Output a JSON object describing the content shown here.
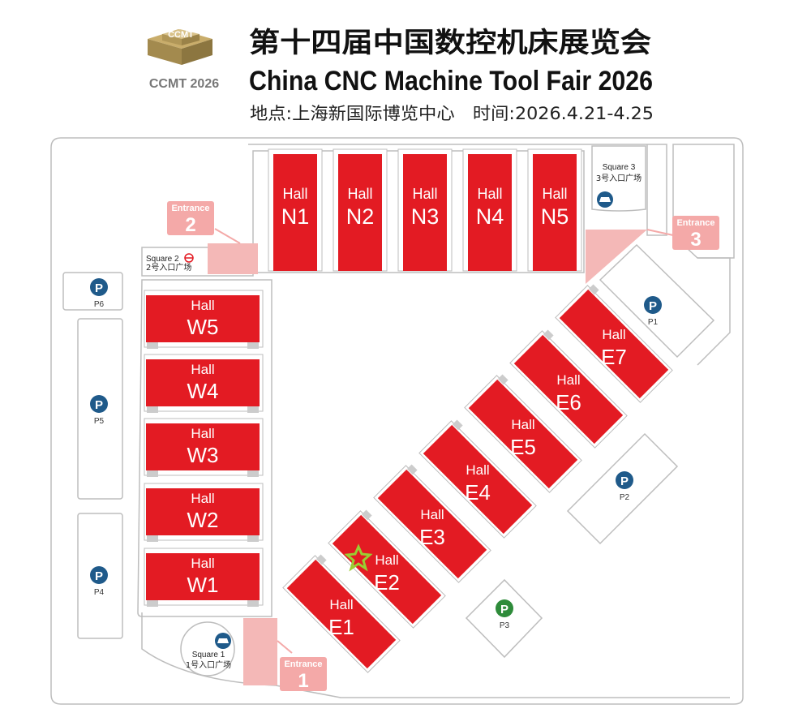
{
  "header": {
    "logo_text": "CCMT",
    "logo_caption": "CCMT 2026",
    "title_cn": "第十四届中国数控机床展览会",
    "title_en": "China CNC Machine Tool Fair 2026",
    "subtitle": "地点:上海新国际博览中心　时间:2026.4.21-4.25"
  },
  "colors": {
    "hall": "#e31b23",
    "hall_stroke": "#c0121a",
    "entrance": "#f4a9a8",
    "entrance_text": "#ffffff",
    "outline": "#bdbdbd",
    "parking_blue": "#1f5a8a",
    "parking_green": "#2e8b3a",
    "marker": "#9acd32"
  },
  "halls": {
    "north": [
      {
        "word": "Hall",
        "code": "N1"
      },
      {
        "word": "Hall",
        "code": "N2"
      },
      {
        "word": "Hall",
        "code": "N3"
      },
      {
        "word": "Hall",
        "code": "N4"
      },
      {
        "word": "Hall",
        "code": "N5"
      }
    ],
    "west": [
      {
        "word": "Hall",
        "code": "W5"
      },
      {
        "word": "Hall",
        "code": "W4"
      },
      {
        "word": "Hall",
        "code": "W3"
      },
      {
        "word": "Hall",
        "code": "W2"
      },
      {
        "word": "Hall",
        "code": "W1"
      }
    ],
    "east": [
      {
        "word": "Hall",
        "code": "E1"
      },
      {
        "word": "Hall",
        "code": "E2"
      },
      {
        "word": "Hall",
        "code": "E3"
      },
      {
        "word": "Hall",
        "code": "E4"
      },
      {
        "word": "Hall",
        "code": "E5"
      },
      {
        "word": "Hall",
        "code": "E6"
      },
      {
        "word": "Hall",
        "code": "E7"
      }
    ]
  },
  "entrances": [
    {
      "label": "Entrance",
      "num": "1"
    },
    {
      "label": "Entrance",
      "num": "2"
    },
    {
      "label": "Entrance",
      "num": "3"
    }
  ],
  "squares": [
    {
      "en": "Square 1",
      "cn": "1号入口广场",
      "icon": "car-icon"
    },
    {
      "en": "Square 2",
      "cn": "2号入口广场",
      "icon": "metro-icon"
    },
    {
      "en": "Square 3",
      "cn": "3号入口广场",
      "icon": "car-icon"
    }
  ],
  "parking": [
    {
      "code": "P1",
      "symbol": "P",
      "color": "blue"
    },
    {
      "code": "P2",
      "symbol": "P",
      "color": "blue"
    },
    {
      "code": "P3",
      "symbol": "P",
      "color": "green"
    },
    {
      "code": "P4",
      "symbol": "P",
      "color": "blue"
    },
    {
      "code": "P5",
      "symbol": "P",
      "color": "blue"
    },
    {
      "code": "P6",
      "symbol": "P",
      "color": "blue"
    }
  ],
  "marker": {
    "icon": "star-icon"
  }
}
